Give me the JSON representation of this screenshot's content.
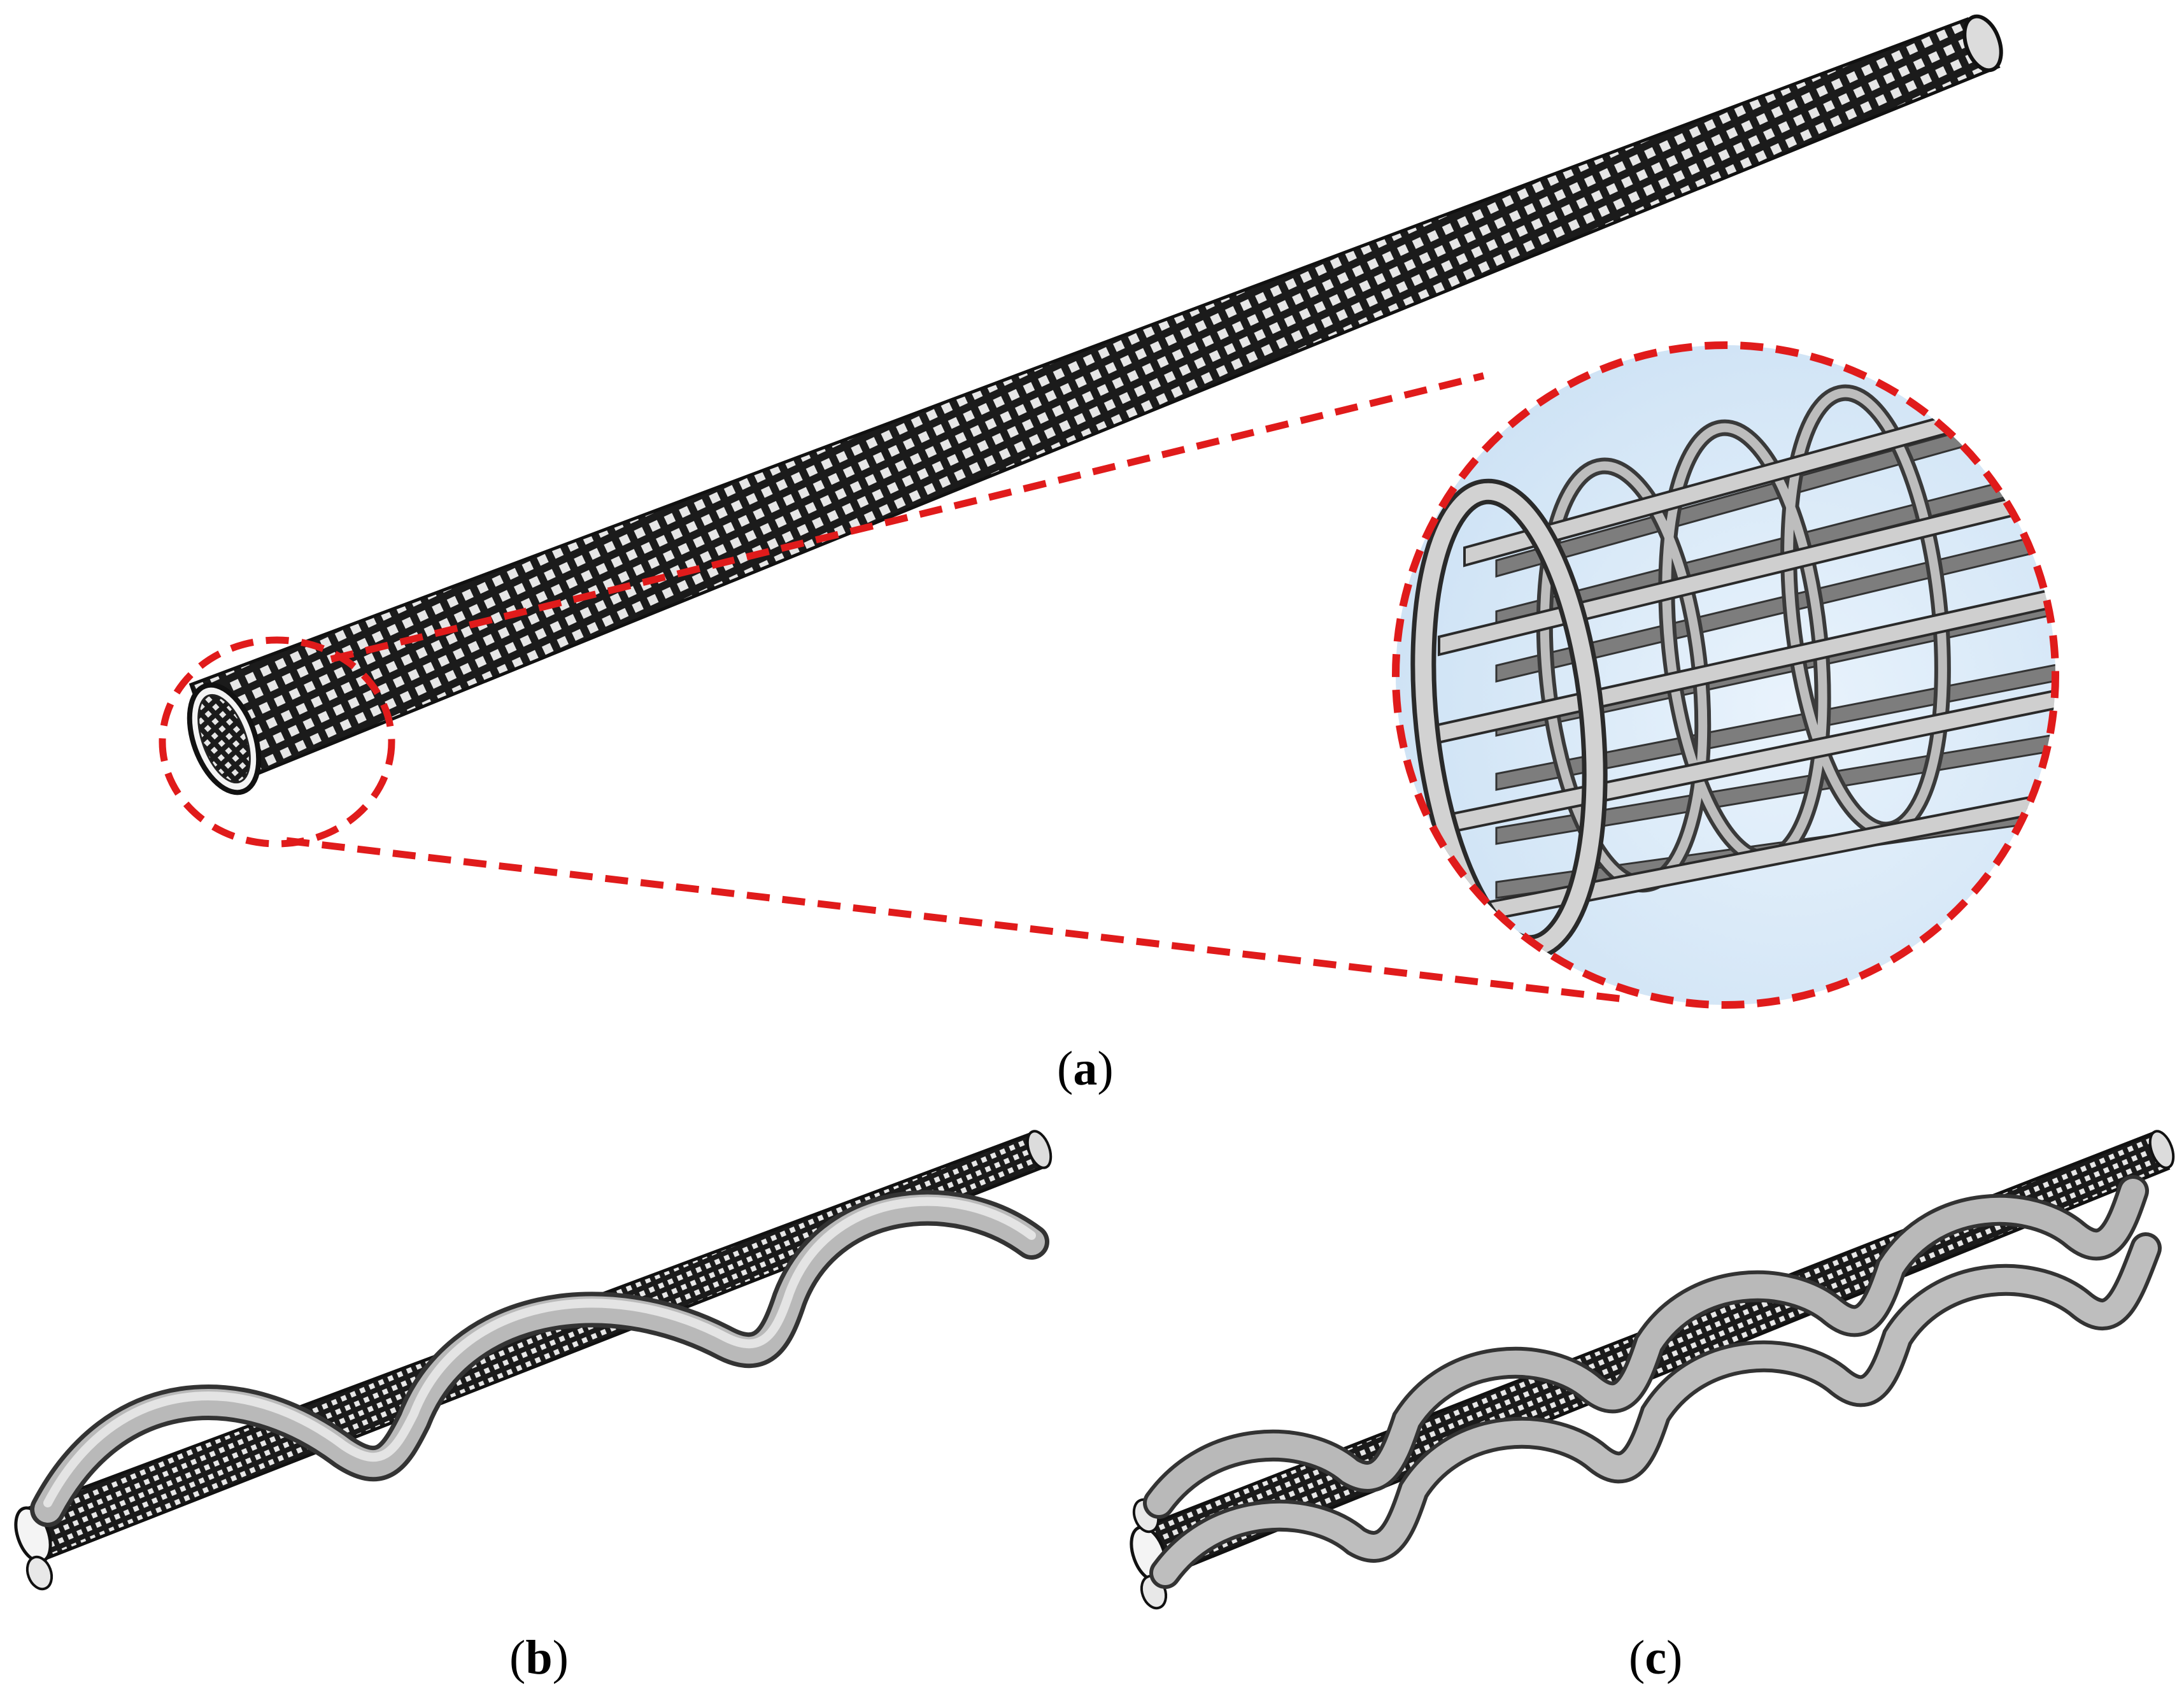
{
  "captions": {
    "a": {
      "open": "(",
      "letter": "a",
      "close": ")"
    },
    "b": {
      "open": "(",
      "letter": "b",
      "close": ")"
    },
    "c": {
      "open": "(",
      "letter": "c",
      "close": ")"
    }
  },
  "colors": {
    "mesh": "#1a1a1a",
    "mesh_light": "#e8e8e8",
    "highlight": "#e01b1b",
    "helix": "#a8a8a8",
    "helix_edge": "#333333",
    "zoom_bg": "#dcebf8",
    "frame": "#9a9a9a"
  }
}
